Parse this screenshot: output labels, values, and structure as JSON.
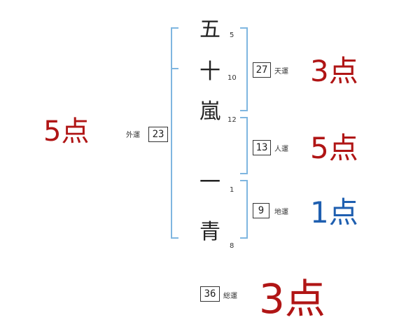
{
  "characters": [
    {
      "char": "五",
      "strokes": "5"
    },
    {
      "char": "十",
      "strokes": "10"
    },
    {
      "char": "嵐",
      "strokes": "12"
    },
    {
      "char": "一",
      "strokes": "1"
    },
    {
      "char": "青",
      "strokes": "8"
    }
  ],
  "gaiun": {
    "value": "23",
    "label": "外運",
    "score": "5点"
  },
  "tenun": {
    "value": "27",
    "label": "天運",
    "score": "3点"
  },
  "jinun": {
    "value": "13",
    "label": "人運",
    "score": "5点"
  },
  "chiun": {
    "value": "9",
    "label": "地運",
    "score": "1点"
  },
  "souun": {
    "value": "36",
    "label": "総運",
    "score": "3点"
  },
  "colors": {
    "red": "#b01515",
    "blue": "#1f5fb0",
    "bracket": "#7fb6e0"
  }
}
